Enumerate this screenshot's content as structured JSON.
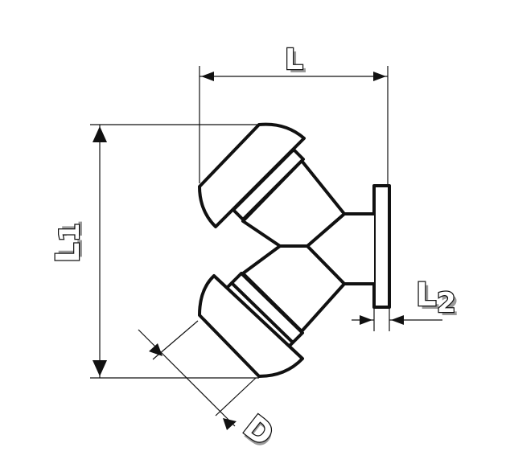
{
  "drawing": {
    "labels": {
      "L": "L",
      "L1_main": "L",
      "L1_sub": "1",
      "L2_main": "L",
      "L2_sub": "2",
      "D": "D"
    },
    "colors": {
      "line": "#111111",
      "fill": "#ffffff",
      "label_shadow": "#9a9a9a"
    }
  }
}
